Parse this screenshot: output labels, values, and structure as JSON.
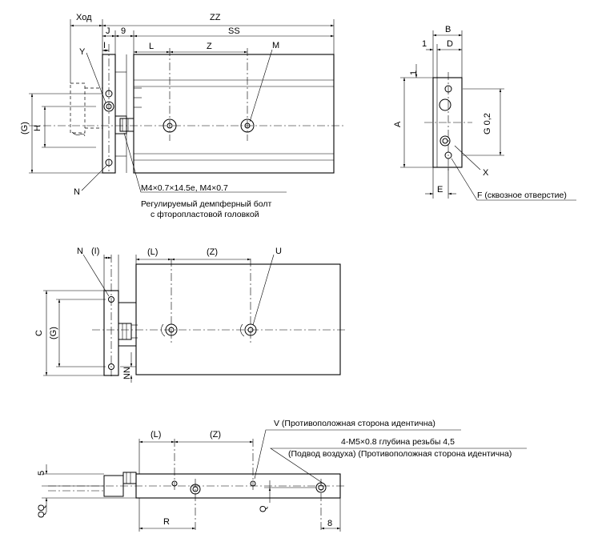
{
  "top_view": {
    "labels": {
      "stroke": "Ход",
      "zz": "ZZ",
      "j": "J",
      "nine": "9",
      "ss": "SS",
      "i": "I",
      "l": "L",
      "z": "Z",
      "m": "M",
      "y": "Y",
      "g_paren": "(G)",
      "h": "H",
      "n": "N"
    },
    "bolt_note": {
      "line1": "M4×0.7×14.5e, M4×0.7",
      "line2": "Регулируемый демпферный болт",
      "line3": "с фторопластовой головкой"
    }
  },
  "side_view": {
    "labels": {
      "b": "B",
      "one": "1",
      "d": "D",
      "one_v": "1",
      "a": "A",
      "g02": "G 0,2",
      "x": "X",
      "e": "E",
      "f_note": "F (сквозное отверстие)"
    }
  },
  "middle_view": {
    "labels": {
      "n": "N",
      "i_paren": "(I)",
      "l_paren": "(L)",
      "z_paren": "(Z)",
      "u": "U",
      "c": "C",
      "g_paren": "(G)",
      "nn": "NN"
    }
  },
  "bottom_view": {
    "labels": {
      "l_paren": "(L)",
      "z_paren": "(Z)",
      "five": "5",
      "qq": "QQ",
      "q": "Q",
      "r": "R",
      "eight": "8"
    },
    "notes": {
      "v": "V (Противоположная сторона идентична)",
      "port": "4-M5×0.8 глубина резьбы 4,5",
      "supply": "(Подвод воздуха) (Противоположная сторона идентична)"
    }
  }
}
